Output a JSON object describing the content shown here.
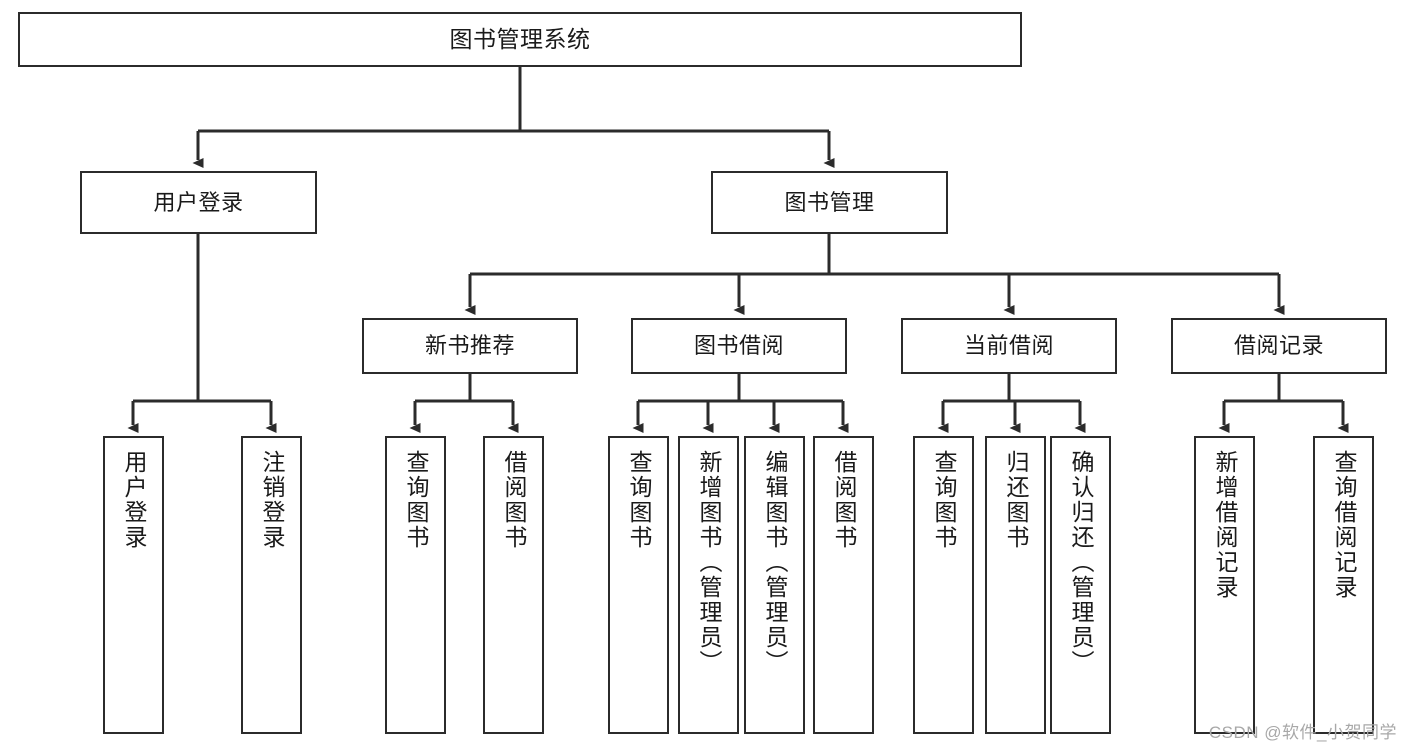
{
  "diagram": {
    "title": "图书管理系统",
    "type": "tree-hierarchy",
    "colors": {
      "box_border": "#2b2b2b",
      "box_fill": "#ffffff",
      "edge": "#2b2b2b",
      "text": "#1a1a1a",
      "watermark": "#a8a8a8",
      "background": "#ffffff"
    },
    "root": {
      "label": "图书管理系统"
    },
    "level2": [
      {
        "id": "user-login",
        "label": "用户登录"
      },
      {
        "id": "book-management",
        "label": "图书管理"
      }
    ],
    "level3": [
      {
        "id": "new-book-recommend",
        "label": "新书推荐"
      },
      {
        "id": "book-borrow",
        "label": "图书借阅"
      },
      {
        "id": "current-borrow",
        "label": "当前借阅"
      },
      {
        "id": "borrow-record",
        "label": "借阅记录"
      }
    ],
    "leaves": {
      "user_login": [
        {
          "id": "leaf-user-login",
          "label": "用户登录"
        },
        {
          "id": "leaf-logout-login",
          "label": "注销登录"
        }
      ],
      "new_book_recommend": [
        {
          "id": "leaf-query-book-1",
          "label": "查询图书"
        },
        {
          "id": "leaf-borrow-book-1",
          "label": "借阅图书"
        }
      ],
      "book_borrow": [
        {
          "id": "leaf-query-book-2",
          "label": "查询图书"
        },
        {
          "id": "leaf-add-book",
          "label": "新增图书（管理员）"
        },
        {
          "id": "leaf-edit-book",
          "label": "编辑图书（管理员）"
        },
        {
          "id": "leaf-borrow-book-2",
          "label": "借阅图书"
        }
      ],
      "current_borrow": [
        {
          "id": "leaf-query-book-3",
          "label": "查询图书"
        },
        {
          "id": "leaf-return-book",
          "label": "归还图书"
        },
        {
          "id": "leaf-confirm-return",
          "label": "确认归还（管理员）"
        }
      ],
      "borrow_record": [
        {
          "id": "leaf-add-record",
          "label": "新增借阅记录"
        },
        {
          "id": "leaf-query-record",
          "label": "查询借阅记录"
        }
      ]
    },
    "watermark": "CSDN @软件_小贺同学"
  }
}
